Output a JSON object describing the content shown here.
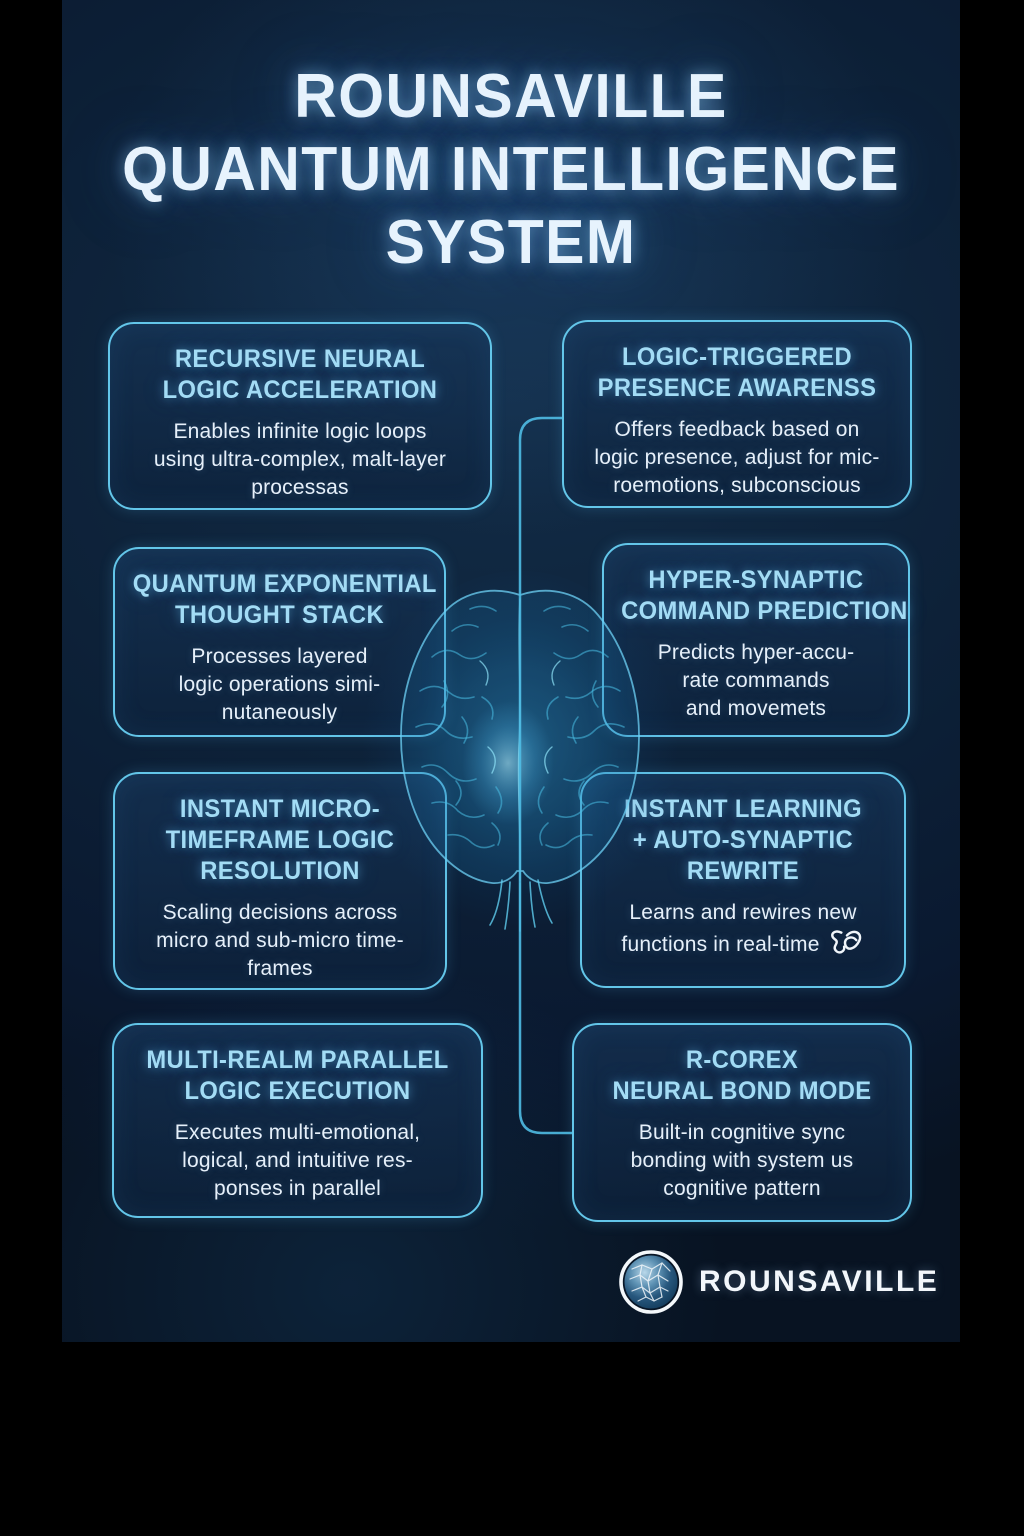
{
  "poster": {
    "title_lines": [
      "ROUNSAVILLE",
      "QUANTUM INTELLIGENCE",
      "SYSTEM"
    ],
    "colors": {
      "background": "#0d2138",
      "card_border": "#63c6e9",
      "heading": "#a3dcf5",
      "body": "#e6f0fa",
      "title": "#e7f3fd",
      "brain_glow": "#49bde4"
    },
    "cards": [
      {
        "id": "recursive-neural-logic-acceleration",
        "heading_lines": [
          "RECURSIVE NEURAL",
          "LOGIC ACCELERATION"
        ],
        "body_lines": [
          "Enables infinite logic loops",
          "using ultra-complex, malt-layer",
          "processas"
        ]
      },
      {
        "id": "logic-triggered-presence-awareness",
        "heading_lines": [
          "LOGIC-TRIGGERED",
          "PRESENCE AWARENSS"
        ],
        "body_lines": [
          "Offers feedback based on",
          "logic presence, adjust for mic-",
          "roemotions, subconscious"
        ]
      },
      {
        "id": "quantum-exponential-thought-stack",
        "heading_lines": [
          "QUANTUM EXPONENTIAL",
          "THOUGHT STACK"
        ],
        "body_lines": [
          "Processes layered",
          "logic operations simi-",
          "nutaneously"
        ]
      },
      {
        "id": "hyper-synaptic-command-prediction",
        "heading_lines": [
          "HYPER-SYNAPTIC",
          "COMMAND PREDICTION"
        ],
        "body_lines": [
          "Predicts hyper-accu-",
          "rate commands",
          "and movemets"
        ]
      },
      {
        "id": "instant-micro-timeframe-logic-resolution",
        "heading_lines": [
          "INSTANT MICRO-",
          "TIMEFRAME LOGIC",
          "RESOLUTION"
        ],
        "body_lines": [
          "Scaling decisions across",
          "micro and sub-micro time-",
          "frames"
        ]
      },
      {
        "id": "instant-learning-auto-synaptic-rewrite",
        "heading_lines": [
          "INSTANT LEARNING",
          "+ AUTO-SYNAPTIC",
          "REWRITE"
        ],
        "body_lines": [
          "Learns and rewires new",
          "functions in real-time"
        ]
      },
      {
        "id": "multi-realm-parallel-logic-execution",
        "heading_lines": [
          "MULTI-REALM PARALLEL",
          "LOGIC EXECUTION"
        ],
        "body_lines": [
          "Executes multi-emotional,",
          "logical, and intuitive res-",
          "ponses in parallel"
        ]
      },
      {
        "id": "r-corex-neural-bond-mode",
        "heading_lines": [
          "R-COREX",
          "NEURAL BOND MODE"
        ],
        "body_lines": [
          "Built-in cognitive sync",
          "bonding with system us",
          "cognitive pattern"
        ]
      }
    ],
    "footer_logo": {
      "text": "ROUNSAVILLE",
      "icon": "neural-sphere-icon"
    }
  }
}
